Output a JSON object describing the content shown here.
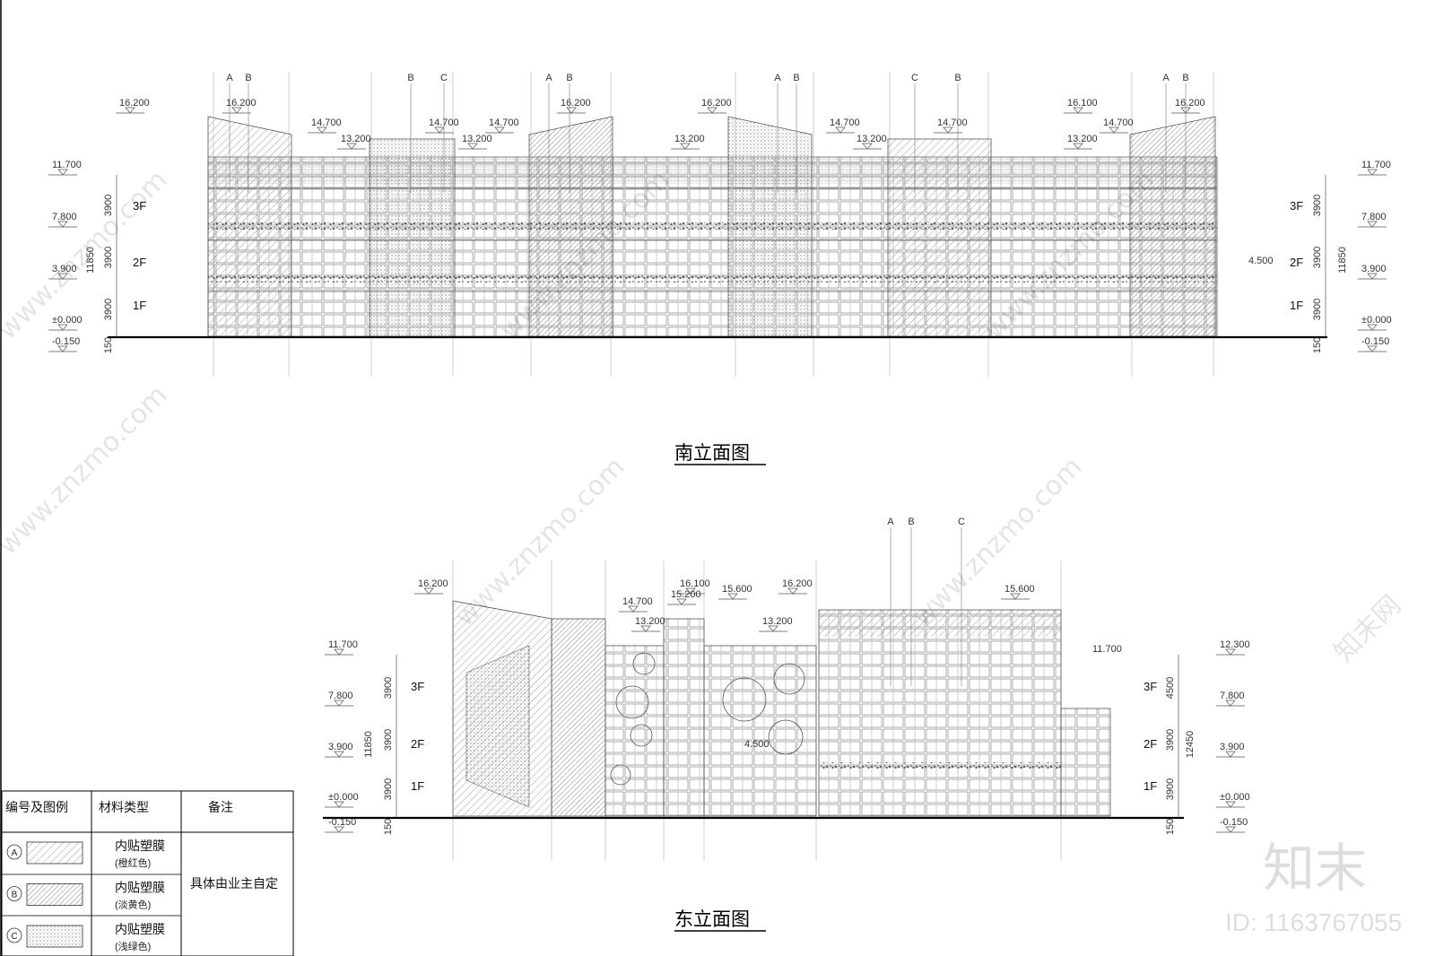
{
  "south": {
    "title": "南立面图",
    "col_letters": [
      "A",
      "B",
      "B",
      "C",
      "A",
      "B",
      "A",
      "B",
      "C",
      "B",
      "A",
      "B"
    ],
    "elevations_top": [
      "16.200",
      "16.200",
      "14.700",
      "14.700",
      "14.700",
      "16.200",
      "16.200",
      "14.700",
      "14.700",
      "16.100",
      "14.700",
      "16.200"
    ],
    "elevations_mid": [
      "13.200",
      "13.200",
      "13.200",
      "13.200",
      "13.200"
    ],
    "left_levels": [
      "11.700",
      "7.800",
      "3.900",
      "±0.000",
      "-0.150"
    ],
    "right_levels": [
      "11.700",
      "7.800",
      "3.900",
      "±0.000",
      "-0.150"
    ],
    "dims_left": [
      "3900",
      "3900",
      "3900",
      "150",
      "11850"
    ],
    "dims_right": [
      "3900",
      "3900",
      "3900",
      "150",
      "11850"
    ],
    "floors": [
      "3F",
      "2F",
      "1F"
    ],
    "side_mark": "4.500"
  },
  "east": {
    "title": "东立面图",
    "col_letters": [
      "A",
      "B",
      "C"
    ],
    "elevations_top": [
      "16.200",
      "14.700",
      "16.100",
      "15.200",
      "15.600",
      "16.200",
      "15.600"
    ],
    "elevations_mid": [
      "13.200",
      "13.200"
    ],
    "left_levels": [
      "11.700",
      "7.800",
      "3.900",
      "±0.000",
      "-0.150"
    ],
    "right_levels": [
      "12.300",
      "7.800",
      "3.900",
      "±0.000",
      "-0.150"
    ],
    "right_level_top2": "11.700",
    "dims_left": [
      "3900",
      "3900",
      "3900",
      "150",
      "11850"
    ],
    "dims_right": [
      "4500",
      "3900",
      "3900",
      "150",
      "12450"
    ],
    "floors": [
      "3F",
      "2F",
      "1F"
    ],
    "center_mark": "4.500"
  },
  "legend": {
    "headers": [
      "编号及图例",
      "材料类型",
      "备注"
    ],
    "rows": [
      {
        "code": "A",
        "material": "内贴塑膜",
        "color": "(橙红色)"
      },
      {
        "code": "B",
        "material": "内贴塑膜",
        "color": "(淡黄色)"
      },
      {
        "code": "C",
        "material": "内贴塑膜",
        "color": "(浅绿色)"
      }
    ],
    "note": "具体由业主自定"
  },
  "watermark": {
    "site": "www.znzmo.com",
    "brand_cn": "知末网",
    "logo": "知末",
    "id_label": "ID: 1163767055"
  }
}
